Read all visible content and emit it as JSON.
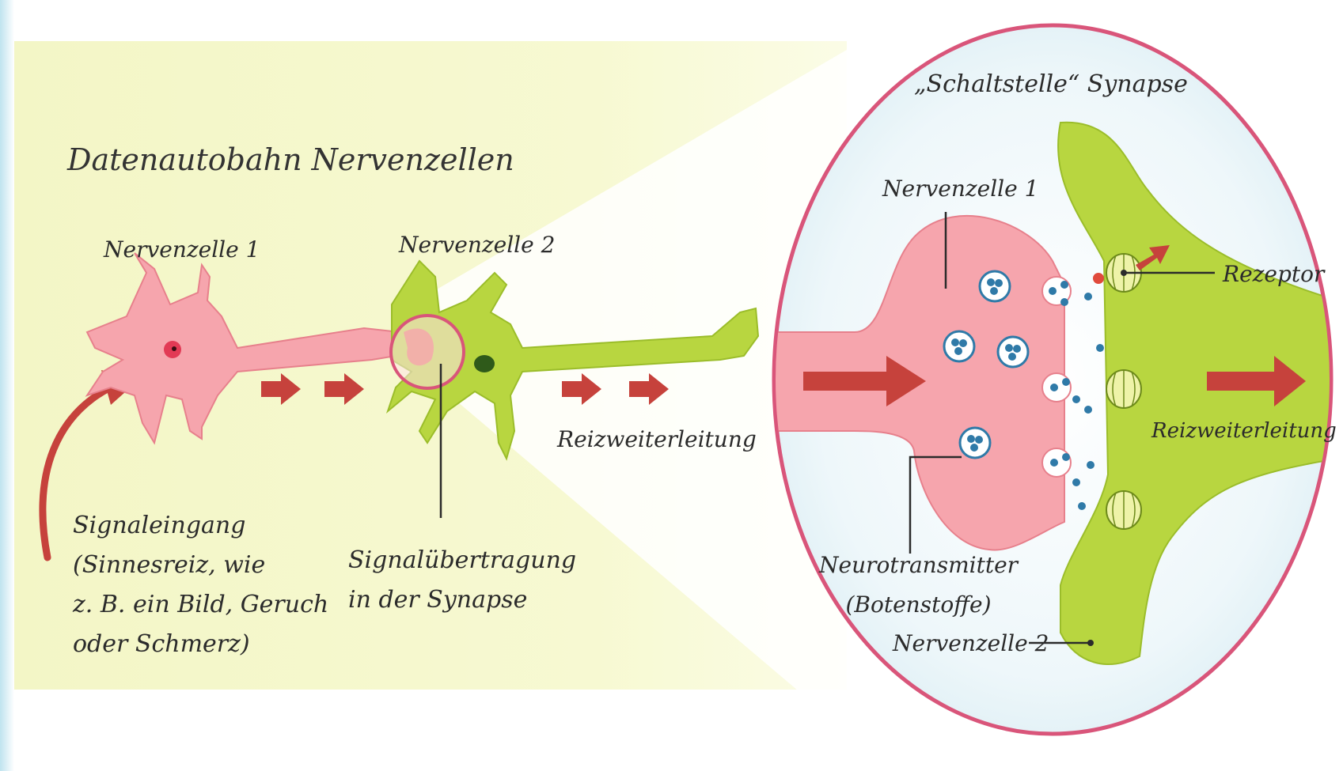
{
  "title": "Datenautobahn Nervenzellen",
  "inset_title": "„Schaltstelle“ Synapse",
  "labels": {
    "neuron1": "Nervenzelle 1",
    "neuron2": "Nervenzelle 2",
    "signal_input_lines": [
      "Signaleingang",
      "(Sinnesreiz, wie",
      "z. B. ein Bild, Geruch",
      "oder Schmerz)"
    ],
    "signal_transfer_lines": [
      "Signalübertragung",
      "in der Synapse"
    ],
    "propagation": "Reizweiterleitung",
    "inset_neuron1": "Nervenzelle 1",
    "inset_neuron2": "Nervenzelle 2",
    "receptor": "Rezeptor",
    "neurotransmitter_lines": [
      "Neurotransmitter",
      "(Botenstoffe)"
    ],
    "inset_propagation": "Reizweiterleitung"
  },
  "colors": {
    "neuron1_fill": "#f6a5ad",
    "neuron2_fill": "#b8d640",
    "arrow": "#c6423c",
    "inset_border": "#d9557a",
    "inset_bg": "#e3f1f6",
    "vesicle": "#2f7aa8",
    "band": "#f5f8c8"
  }
}
